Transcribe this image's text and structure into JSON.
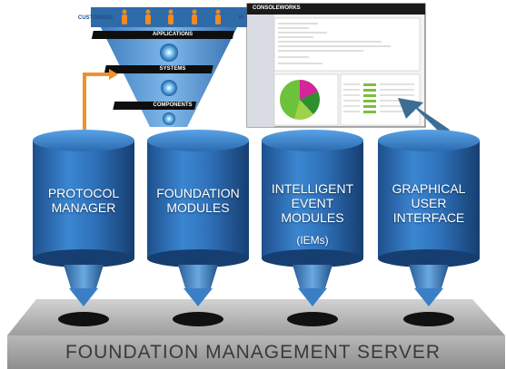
{
  "funnel": {
    "top_left_label": "CUSTOMERS",
    "top_right_label": "VI",
    "bars": [
      "APPLICATIONS",
      "SYSTEMS",
      "COMPONENTS"
    ]
  },
  "screenshot": {
    "app_title": "CONSOLEWORKS"
  },
  "cylinders": [
    {
      "line1": "PROTOCOL",
      "line2": "MANAGER",
      "line3": ""
    },
    {
      "line1": "FOUNDATION",
      "line2": "MODULES",
      "line3": ""
    },
    {
      "line1": "INTELLIGENT",
      "line2": "EVENT",
      "line3": "MODULES",
      "sub": "(IEMs)"
    },
    {
      "line1": "GRAPHICAL",
      "line2": "USER",
      "line3": "INTERFACE"
    }
  ],
  "platform": {
    "label": "FOUNDATION MANAGEMENT SERVER"
  },
  "colors": {
    "cylinder_blue": "#2f6fb5",
    "cylinder_dark": "#1d4f8a",
    "arrow_orange": "#f0922b",
    "arrow_steel": "#3c6e95",
    "platform_gray": "#a9a9a9"
  }
}
